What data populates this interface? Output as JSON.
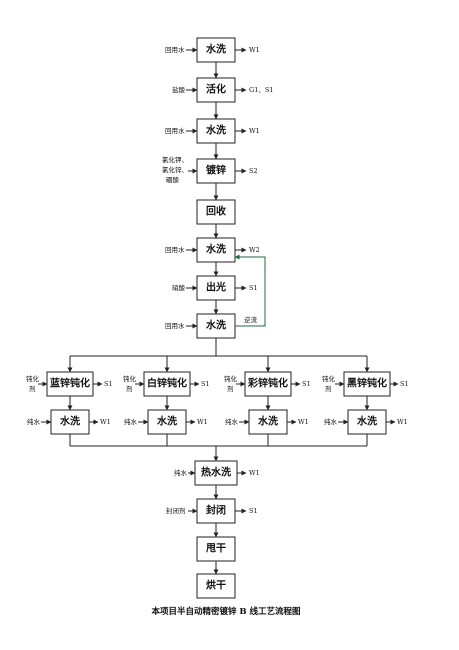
{
  "steps": {
    "wash1": "水洗",
    "activate": "活化",
    "wash2": "水洗",
    "galvanize": "镀锌",
    "recover": "回收",
    "wash3": "水洗",
    "brighten": "出光",
    "wash4": "水洗",
    "hotwash": "热水洗",
    "seal": "封闭",
    "spindry": "甩干",
    "bake": "烘干"
  },
  "inputs": {
    "reuse_water": "回用水",
    "hydrochloric_acid": "盐酸",
    "galvanize_line1": "氯化钾、",
    "galvanize_line2": "氯化锌、",
    "galvanize_line3": "硼酸",
    "nitric_acid": "硝酸",
    "passivator_line1": "钝化",
    "passivator_line2": "剂",
    "pure_water": "纯水",
    "sealant": "封闭剂"
  },
  "outputs": {
    "w1": "W1",
    "activate_out": "G1、S1",
    "s2": "S2",
    "w2": "W2",
    "s1": "S1"
  },
  "backflow_label": "逆流",
  "branches": [
    {
      "name": "蓝锌钝化",
      "wash": "水洗"
    },
    {
      "name": "白锌钝化",
      "wash": "水洗"
    },
    {
      "name": "彩锌钝化",
      "wash": "水洗"
    },
    {
      "name": "黑锌钝化",
      "wash": "水洗"
    }
  ],
  "title": "本项目半自动精密镀锌 B 线工艺流程图"
}
